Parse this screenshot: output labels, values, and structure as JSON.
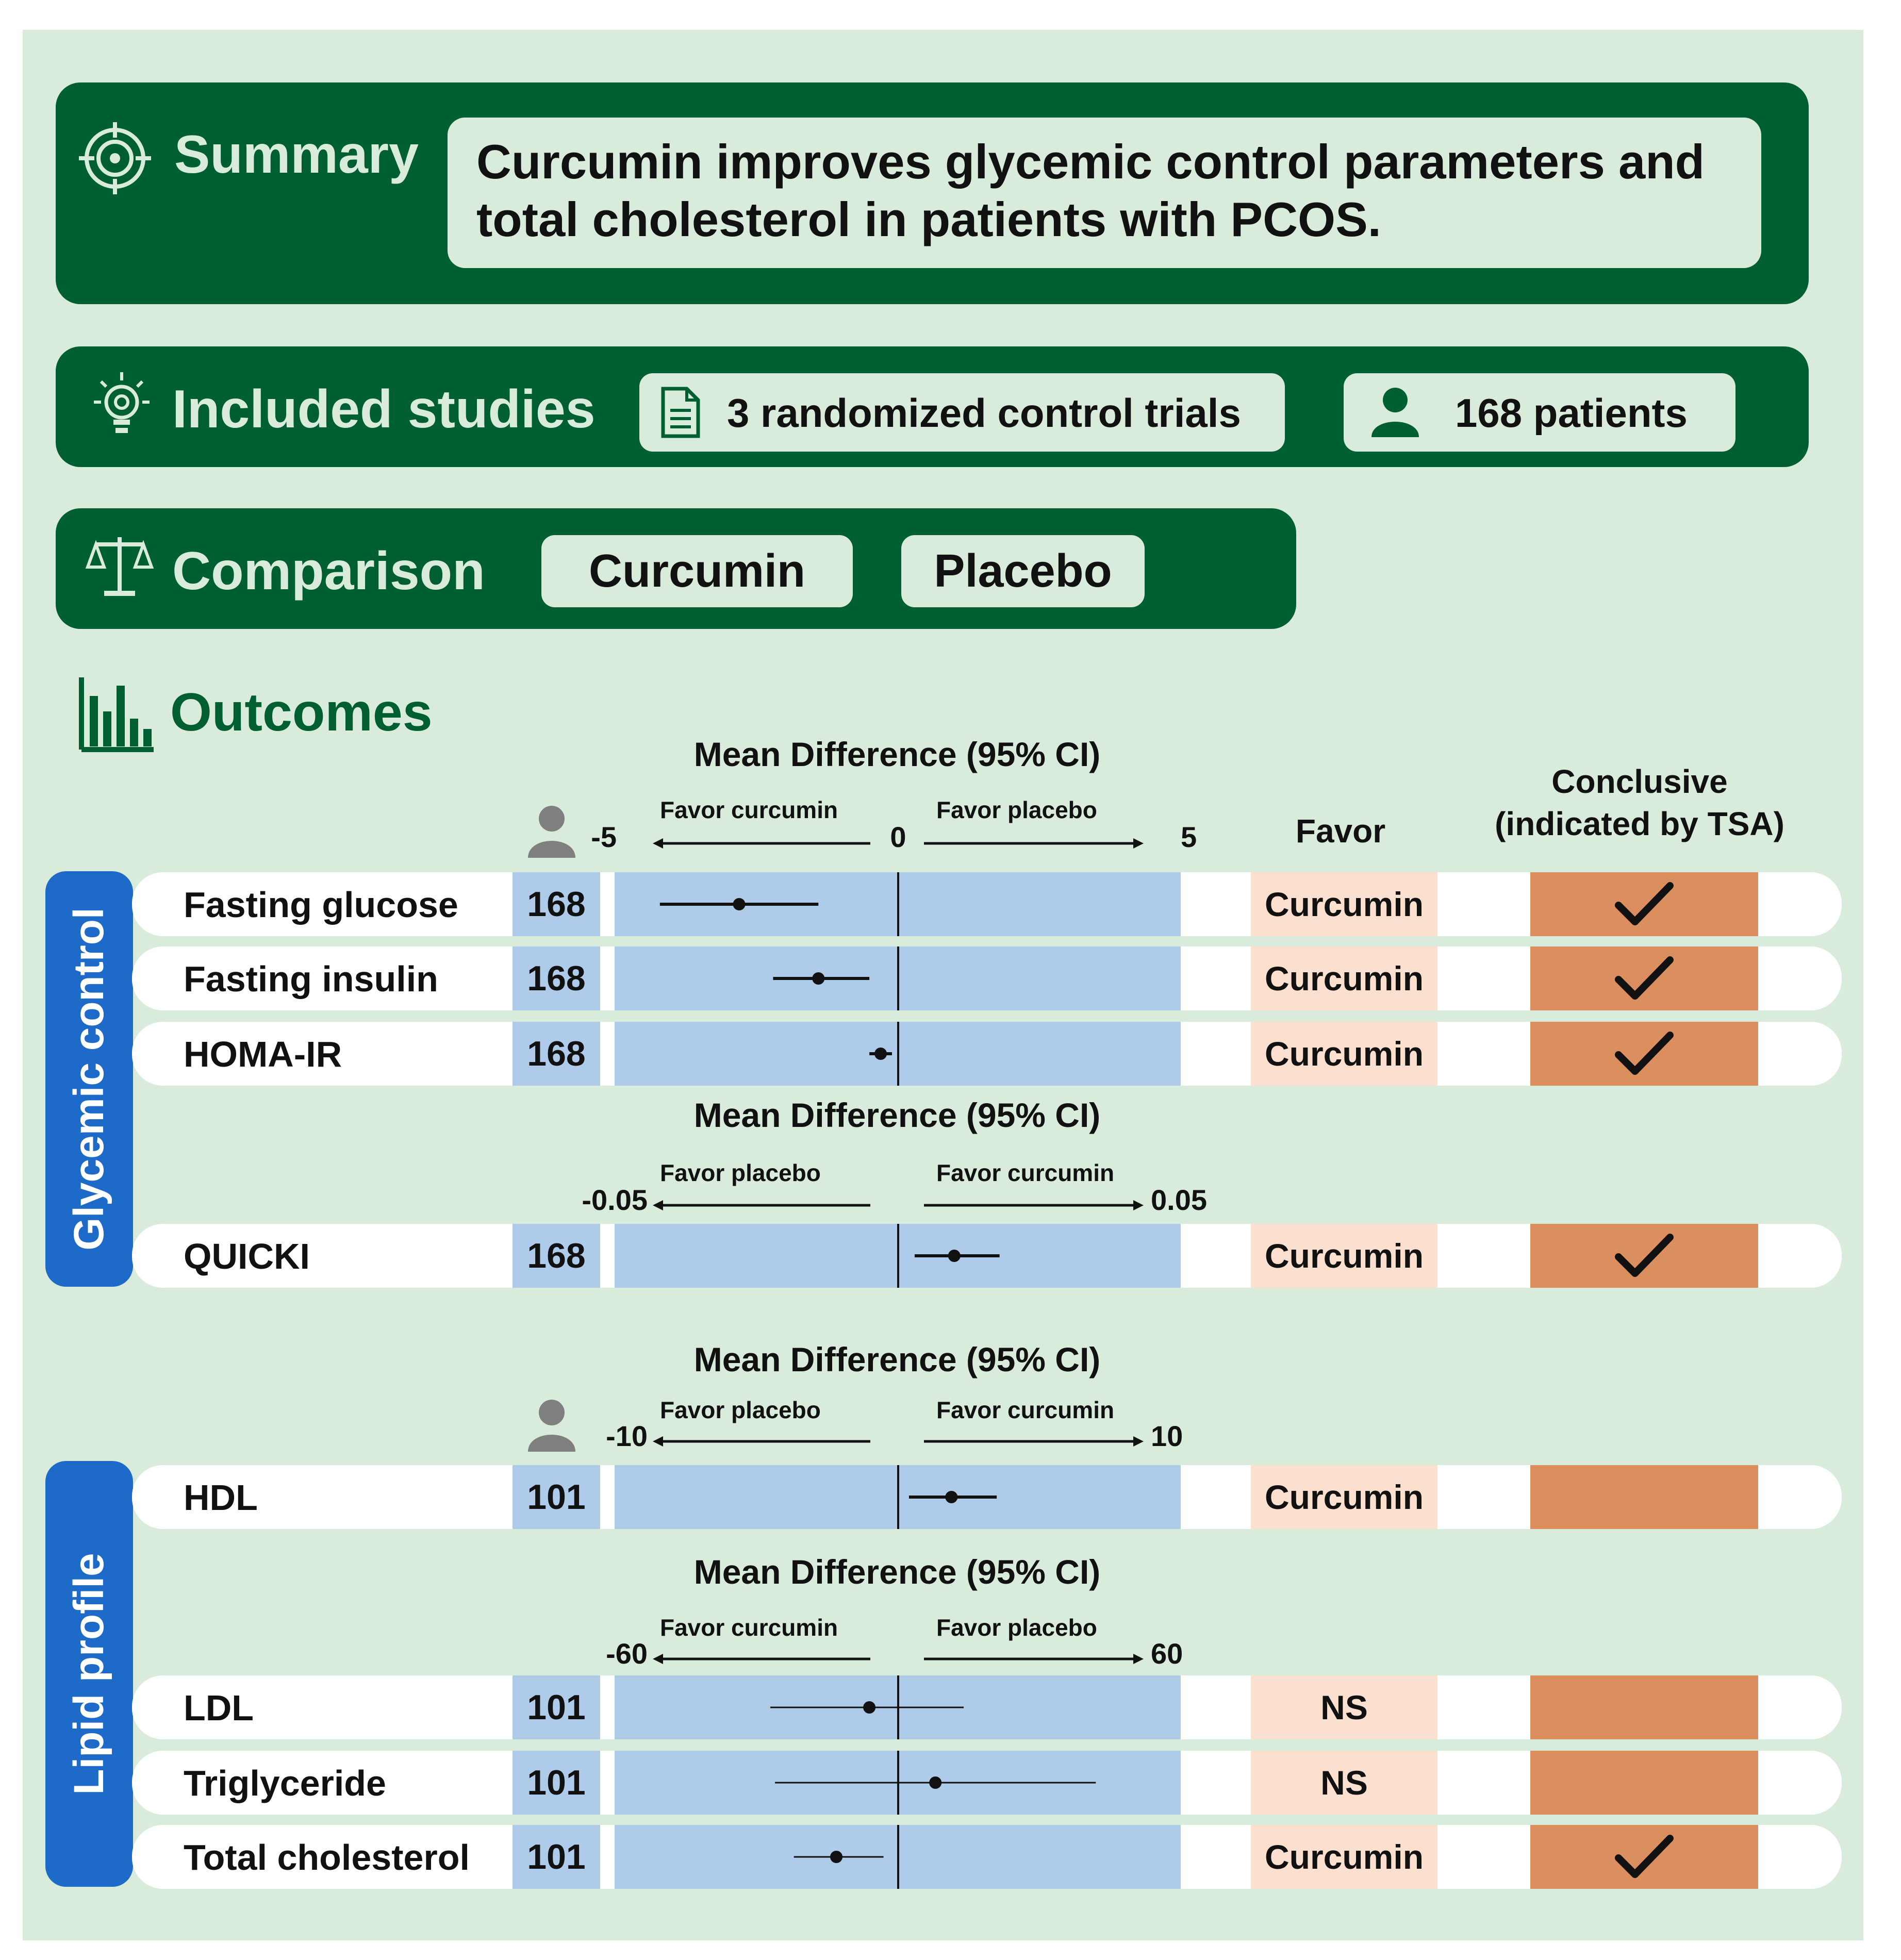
{
  "summary": {
    "title": "Summary",
    "text_line1": "Curcumin improves glycemic control parameters and",
    "text_line2": "total cholesterol in patients with PCOS."
  },
  "included_studies": {
    "title": "Included studies",
    "trials": "3 randomized control trials",
    "patients": "168 patients"
  },
  "comparison": {
    "title": "Comparison",
    "arm1": "Curcumin",
    "arm2": "Placebo"
  },
  "outcomes": {
    "title": "Outcomes",
    "favor_header": "Favor",
    "conclusive_header_line1": "Conclusive",
    "conclusive_header_line2": "(indicated by TSA)"
  },
  "groups": {
    "glycemic": "Glycemic control",
    "lipid": "Lipid profile"
  },
  "colors": {
    "dark_green": "#005f30",
    "light_green": "#d9ecdb",
    "plot_blue": "#aecbea",
    "sidebar_blue": "#1e6ac9",
    "favor_bg": "#fbe0d0",
    "conclusive_bg": "#db8f5e"
  },
  "chart_data": [
    {
      "type": "forest",
      "title": "Mean Difference (95% CI)",
      "xlim": [
        -5,
        5
      ],
      "ticks": [
        "-5",
        "0",
        "5"
      ],
      "left_label": "Favor curcumin",
      "right_label": "Favor placebo",
      "rows": [
        {
          "label": "Fasting glucose",
          "n": "168",
          "md": -2.8,
          "lo": -4.2,
          "hi": -1.4,
          "favor": "Curcumin",
          "conclusive": true
        },
        {
          "label": "Fasting insulin",
          "n": "168",
          "md": -1.4,
          "lo": -2.2,
          "hi": -0.5,
          "favor": "Curcumin",
          "conclusive": true
        },
        {
          "label": "HOMA-IR",
          "n": "168",
          "md": -0.3,
          "lo": -0.5,
          "hi": -0.1,
          "favor": "Curcumin",
          "conclusive": true
        }
      ]
    },
    {
      "type": "forest",
      "title": "Mean Difference (95% CI)",
      "xlim": [
        -0.05,
        0.05
      ],
      "ticks": [
        "-0.05",
        "0.05"
      ],
      "left_label": "Favor placebo",
      "right_label": "Favor curcumin",
      "rows": [
        {
          "label": "QUICKI",
          "n": "168",
          "md": 0.01,
          "lo": 0.003,
          "hi": 0.018,
          "favor": "Curcumin",
          "conclusive": true
        }
      ]
    },
    {
      "type": "forest",
      "title": "Mean Difference (95% CI)",
      "xlim": [
        -10,
        10
      ],
      "ticks": [
        "-10",
        "10"
      ],
      "left_label": "Favor placebo",
      "right_label": "Favor curcumin",
      "rows": [
        {
          "label": "HDL",
          "n": "101",
          "md": 1.9,
          "lo": 0.4,
          "hi": 3.5,
          "favor": "Curcumin",
          "conclusive": false
        }
      ]
    },
    {
      "type": "forest",
      "title": "Mean Difference (95% CI)",
      "xlim": [
        -60,
        60
      ],
      "ticks": [
        "-60",
        "60"
      ],
      "left_label": "Favor curcumin",
      "right_label": "Favor placebo",
      "rows": [
        {
          "label": "LDL",
          "n": "101",
          "md": -6,
          "lo": -27,
          "hi": 14,
          "favor": "NS",
          "conclusive": false
        },
        {
          "label": "Triglyceride",
          "n": "101",
          "md": 8,
          "lo": -26,
          "hi": 42,
          "favor": "NS",
          "conclusive": false
        },
        {
          "label": "Total cholesterol",
          "n": "101",
          "md": -13,
          "lo": -22,
          "hi": -3,
          "favor": "Curcumin",
          "conclusive": true
        }
      ]
    }
  ]
}
